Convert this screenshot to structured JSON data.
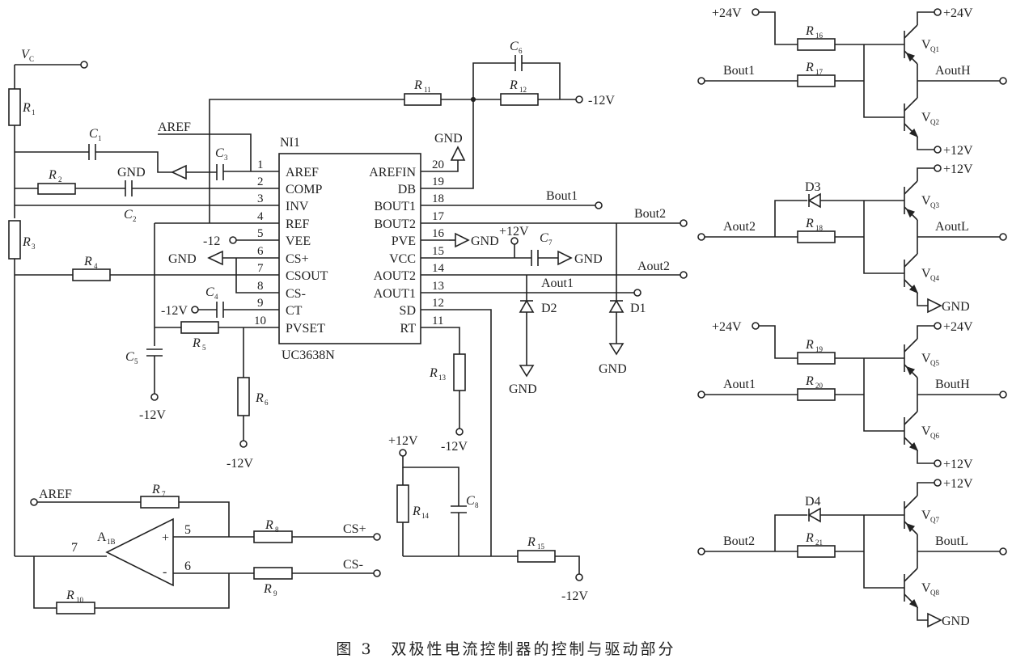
{
  "caption": "图 3　双极性电流控制器的控制与驱动部分",
  "chip": {
    "name": "NI1",
    "part": "UC3638N",
    "left_pins": [
      {
        "num": "1",
        "name": "AREF"
      },
      {
        "num": "2",
        "name": "COMP"
      },
      {
        "num": "3",
        "name": "INV"
      },
      {
        "num": "4",
        "name": "REF"
      },
      {
        "num": "5",
        "name": "VEE"
      },
      {
        "num": "6",
        "name": "CS+"
      },
      {
        "num": "7",
        "name": "CSOUT"
      },
      {
        "num": "8",
        "name": "CS-"
      },
      {
        "num": "9",
        "name": "CT"
      },
      {
        "num": "10",
        "name": "PVSET"
      }
    ],
    "right_pins": [
      {
        "num": "20",
        "name": "AREFIN"
      },
      {
        "num": "19",
        "name": "DB"
      },
      {
        "num": "18",
        "name": "BOUT1"
      },
      {
        "num": "17",
        "name": "BOUT2"
      },
      {
        "num": "16",
        "name": "PVE"
      },
      {
        "num": "15",
        "name": "VCC"
      },
      {
        "num": "14",
        "name": "AOUT2"
      },
      {
        "num": "13",
        "name": "AOUT1"
      },
      {
        "num": "12",
        "name": "SD"
      },
      {
        "num": "11",
        "name": "RT"
      }
    ]
  },
  "opamp": {
    "name": "A",
    "sub": "1B",
    "out_pin": "7",
    "plus_pin": "5",
    "minus_pin": "6",
    "plus": "+",
    "minus": "-"
  },
  "resistors": [
    {
      "id": "r1",
      "n": "1"
    },
    {
      "id": "r2",
      "n": "2"
    },
    {
      "id": "r3",
      "n": "3"
    },
    {
      "id": "r4",
      "n": "4"
    },
    {
      "id": "r5",
      "n": "5"
    },
    {
      "id": "r6",
      "n": "6"
    },
    {
      "id": "r7",
      "n": "7"
    },
    {
      "id": "r8",
      "n": "8"
    },
    {
      "id": "r9",
      "n": "9"
    },
    {
      "id": "r10",
      "n": "10"
    },
    {
      "id": "r11",
      "n": "11"
    },
    {
      "id": "r12",
      "n": "12"
    },
    {
      "id": "r13",
      "n": "13"
    },
    {
      "id": "r14",
      "n": "14"
    },
    {
      "id": "r15",
      "n": "15"
    },
    {
      "id": "r16",
      "n": "16"
    },
    {
      "id": "r17",
      "n": "17"
    },
    {
      "id": "r18",
      "n": "18"
    },
    {
      "id": "r19",
      "n": "19"
    },
    {
      "id": "r20",
      "n": "20"
    },
    {
      "id": "r21",
      "n": "21"
    }
  ],
  "capacitors": [
    {
      "id": "c1",
      "n": "1"
    },
    {
      "id": "c2",
      "n": "2"
    },
    {
      "id": "c3",
      "n": "3"
    },
    {
      "id": "c4",
      "n": "4"
    },
    {
      "id": "c5",
      "n": "5"
    },
    {
      "id": "c6",
      "n": "6"
    },
    {
      "id": "c7",
      "n": "7"
    },
    {
      "id": "c8",
      "n": "8"
    }
  ],
  "diodes": [
    "D1",
    "D2",
    "D3",
    "D4"
  ],
  "transistors": [
    {
      "id": "q1",
      "n": "Q1"
    },
    {
      "id": "q2",
      "n": "Q2"
    },
    {
      "id": "q3",
      "n": "Q3"
    },
    {
      "id": "q4",
      "n": "Q4"
    },
    {
      "id": "q5",
      "n": "Q5"
    },
    {
      "id": "q6",
      "n": "Q6"
    },
    {
      "id": "q7",
      "n": "Q7"
    },
    {
      "id": "q8",
      "n": "Q8"
    }
  ],
  "labels": {
    "R": "R",
    "C": "C",
    "V": "V",
    "vc_sub": "C",
    "gnd": "GND",
    "aref": "AREF",
    "m12v": "-12V",
    "m12": "-12",
    "p12v": "+12V",
    "p24v": "+24V",
    "bout1": "Bout1",
    "bout2": "Bout2",
    "aout1": "Aout1",
    "aout2": "Aout2",
    "csp": "CS+",
    "csm": "CS-",
    "aouth": "AoutH",
    "aoutl": "AoutL",
    "bouth": "BoutH",
    "boutl": "BoutL"
  }
}
